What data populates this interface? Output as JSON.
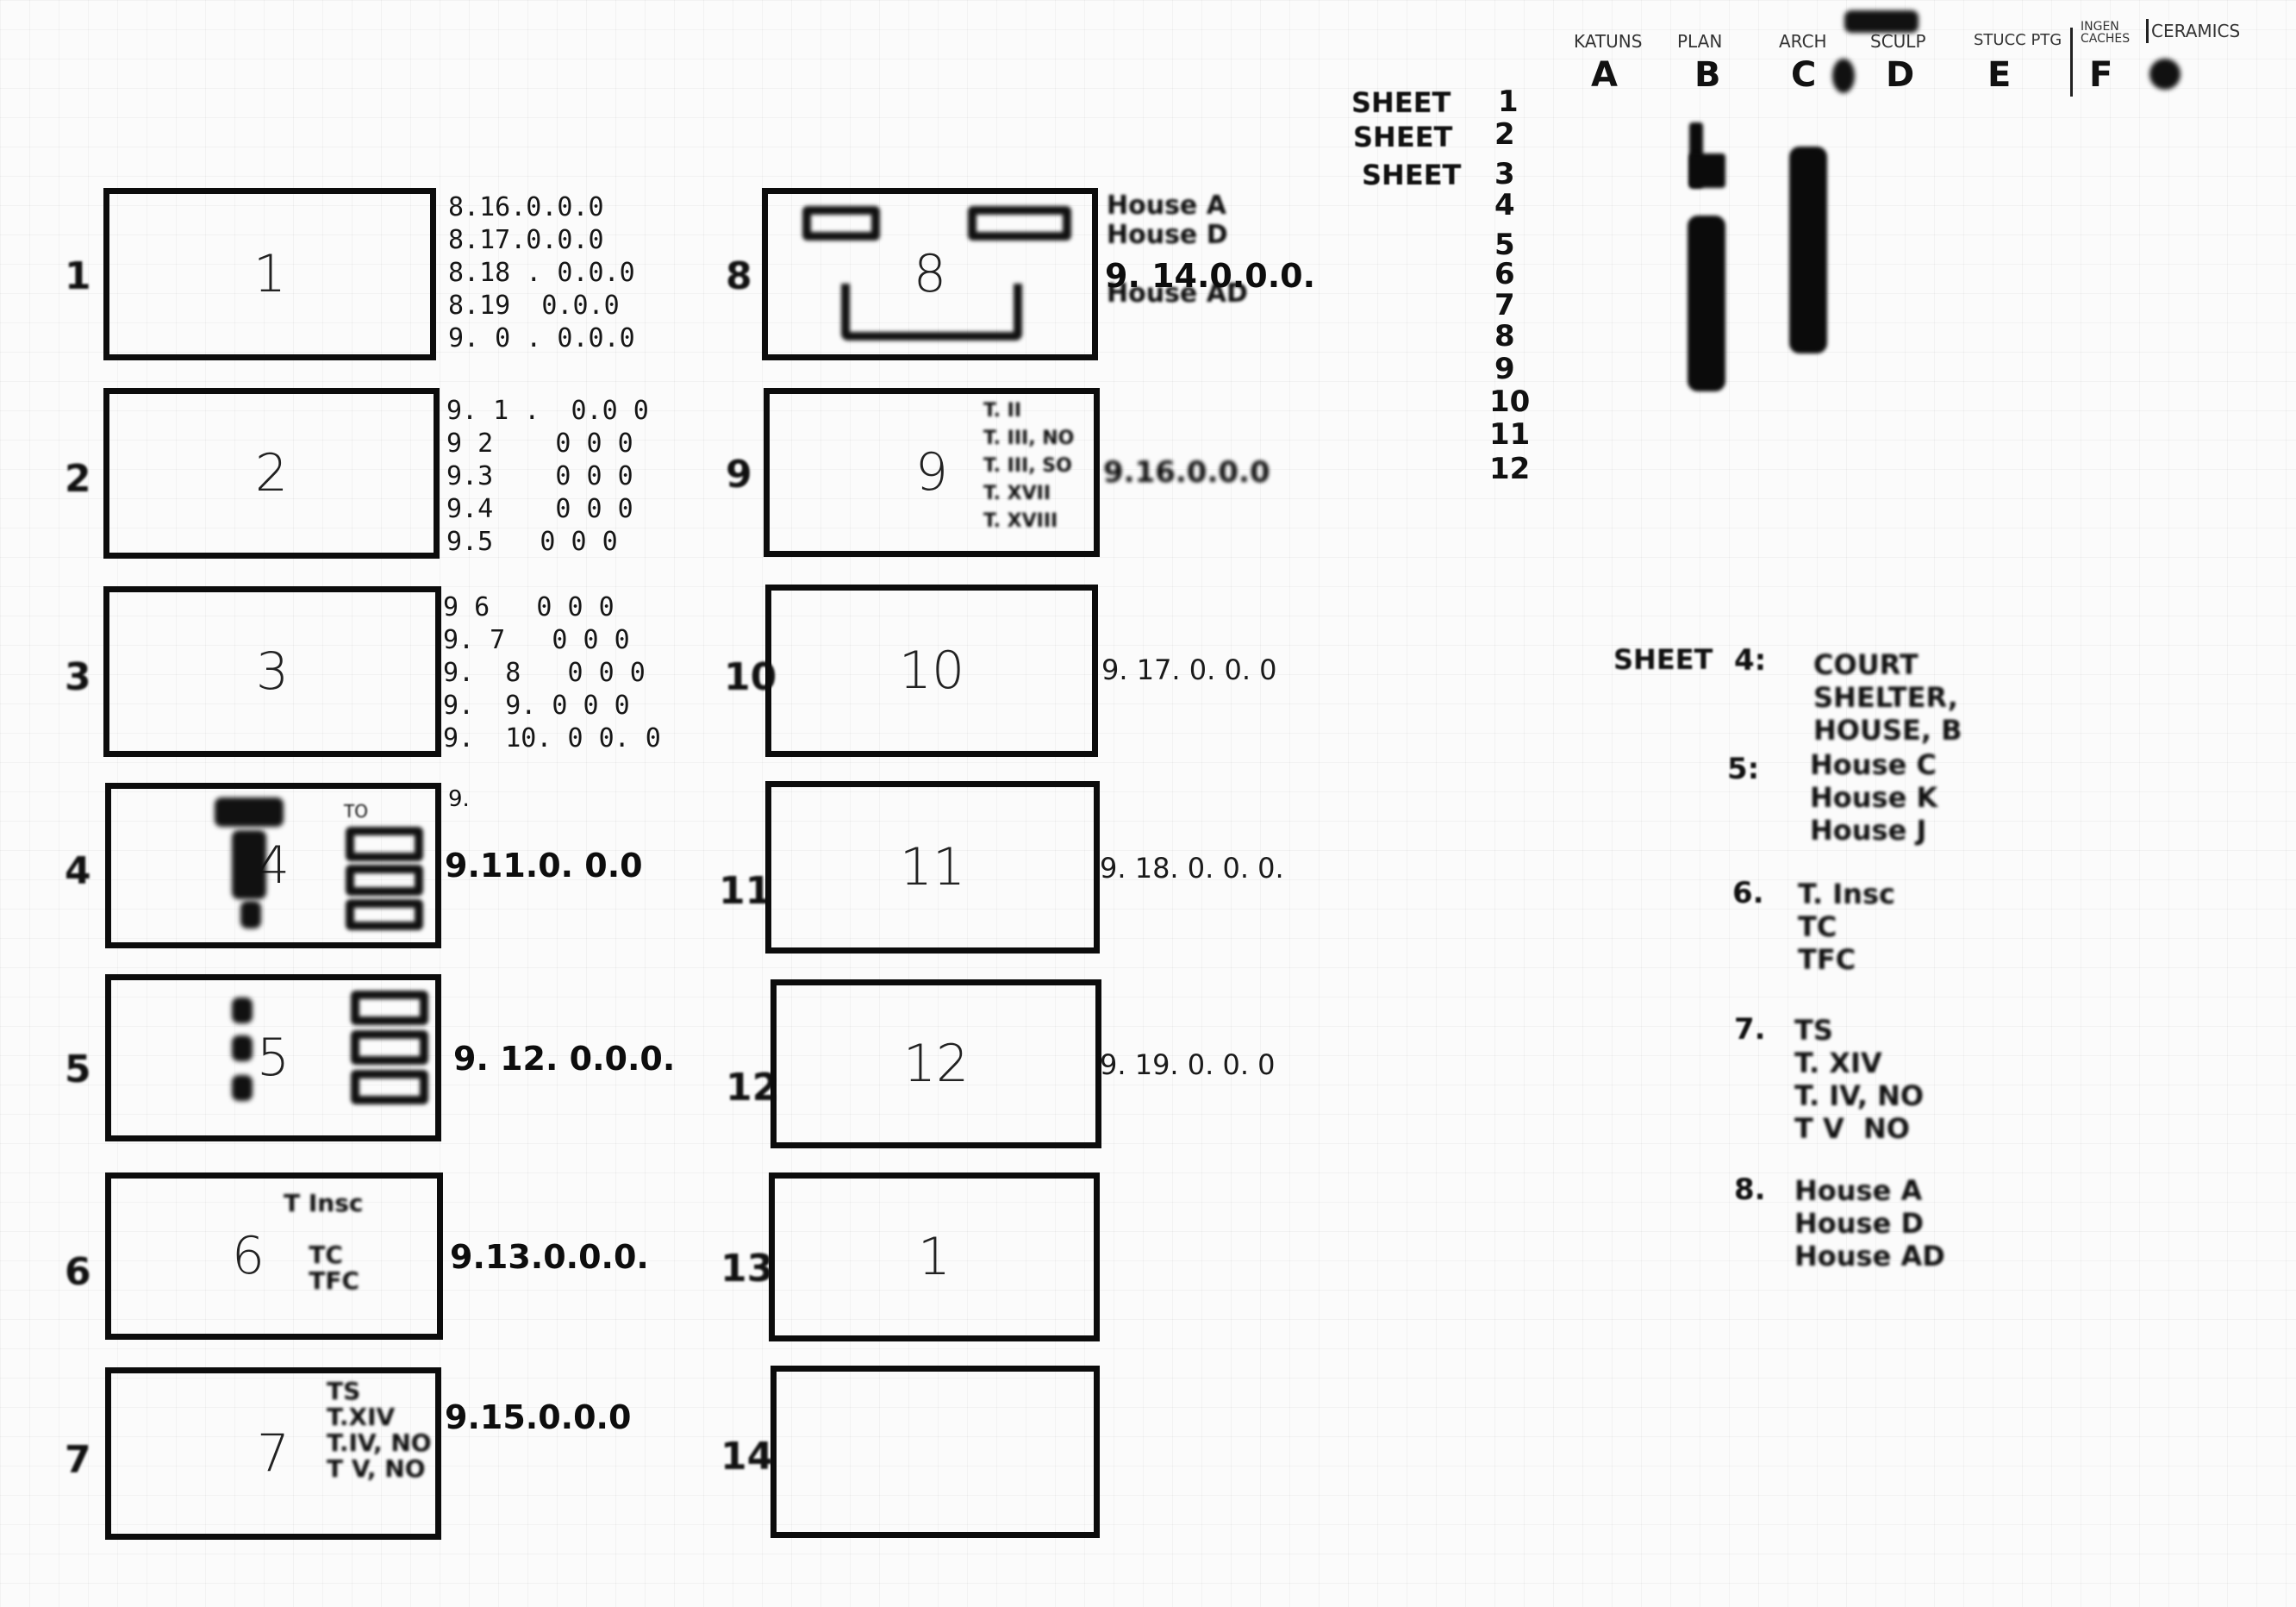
{
  "column_headers": [
    {
      "label": "KATUNS",
      "letter": "A"
    },
    {
      "label": "PLAN",
      "letter": "B"
    },
    {
      "label": "ARCH",
      "letter": "C"
    },
    {
      "label": "SCULP",
      "letter": "D"
    },
    {
      "label": "STUCC PTG",
      "letter": "E"
    },
    {
      "label": "INGEN\nCACHES",
      "letter": "F"
    },
    {
      "label": "CERAMICS",
      "letter": ""
    }
  ],
  "sheet_list": {
    "words": [
      "SHEET",
      "SHEET",
      "SHEET"
    ],
    "numbers": [
      "1",
      "2",
      "3",
      "4",
      "5",
      "6",
      "7",
      "8",
      "9",
      "10",
      "11",
      "12"
    ]
  },
  "boxes": {
    "b1": {
      "row": "1",
      "num": "1",
      "dates": "8.16.0.0.0\n8.17.0.0.0\n8.18 . 0.0.0\n8.19  0.0.0\n9. 0 . 0.0.0"
    },
    "b2": {
      "row": "2",
      "num": "2",
      "dates": "9. 1 .  0.0 0\n9 2    0 0 0\n9.3    0 0 0\n9.4    0 0 0\n9.5   0 0 0"
    },
    "b3": {
      "row": "3",
      "num": "3",
      "dates": "9 6   0 0 0\n9. 7   0 0 0\n9.  8   0 0 0\n9.  9. 0 0 0\n9.  10. 0 0. 0"
    },
    "b4": {
      "row": "4",
      "num": "4",
      "date": "9.11.0. 0.0",
      "small": "9.",
      "tiny": "TO"
    },
    "b5": {
      "row": "5",
      "num": "5",
      "date": "9. 12. 0.0.0."
    },
    "b6": {
      "row": "6",
      "num": "6",
      "date": "9.13.0.0.0.",
      "labels": "T Insc\n\n   TC\n   TFC"
    },
    "b7": {
      "row": "7",
      "num": "7",
      "date": "9.15.0.0.0",
      "labels": "TS\nT.XIV\nT.IV, NO\nT V, NO"
    },
    "b8": {
      "row": "8",
      "num": "8",
      "date": "9. 14.0.0.0.",
      "labels": "House A\nHouse D\n\nHouse AD"
    },
    "b9": {
      "row": "9",
      "num": "9",
      "date": "9.16.0.0.0",
      "labels": "T. II\nT. III, NO\nT. III, SO\nT. XVII\nT. XVIII"
    },
    "b10": {
      "row": "10",
      "num": "10",
      "date": "9. 17. 0. 0. 0"
    },
    "b11": {
      "row": "11",
      "num": "11",
      "date": "9. 18. 0. 0. 0."
    },
    "b12": {
      "row": "12",
      "num": "12",
      "date": "9. 19. 0. 0. 0"
    },
    "b13": {
      "row": "13",
      "num": "1"
    },
    "b14": {
      "row": "14",
      "num": ""
    }
  },
  "legend": {
    "title": "SHEET",
    "s4": {
      "n": "4:",
      "text": "COURT\nSHELTER,\nHOUSE, B"
    },
    "s5": {
      "n": "5:",
      "text": "House C\nHouse K\nHouse J"
    },
    "s6": {
      "n": "6.",
      "text": "T. Insc\nTC\nTFC"
    },
    "s7": {
      "n": "7.",
      "text": "TS\nT. XIV\nT. IV, NO\nT V  NO"
    },
    "s8": {
      "n": "8.",
      "text": "House A\nHouse D\nHouse AD"
    }
  }
}
